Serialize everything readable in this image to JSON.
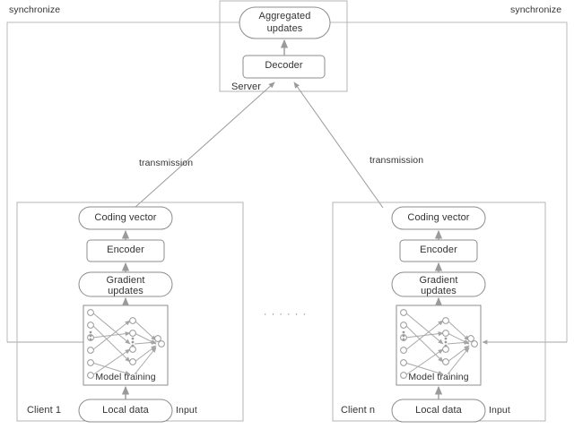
{
  "diagram": {
    "title_semantics": "federated-learning-with-coding-architecture",
    "sync_left_label": "synchronize",
    "sync_right_label": "synchronize",
    "transmission_left_label": "transmission",
    "transmission_right_label": "transmission",
    "ellipsis": "· · · · · ·"
  },
  "server": {
    "box_label": "Server",
    "aggregated_updates": "Aggregated updates",
    "aggregated_updates_line1": "Aggregated",
    "aggregated_updates_line2": "updates",
    "decoder": "Decoder"
  },
  "clients": [
    {
      "name_label": "Client 1",
      "coding_vector": "Coding vector",
      "encoder": "Encoder",
      "gradient_updates_line1": "Gradient",
      "gradient_updates_line2": "updates",
      "model_training": "Model training",
      "local_data": "Local data",
      "input_label": "Input"
    },
    {
      "name_label": "Client n",
      "coding_vector": "Coding vector",
      "encoder": "Encoder",
      "gradient_updates_line1": "Gradient",
      "gradient_updates_line2": "updates",
      "model_training": "Model training",
      "local_data": "Local data",
      "input_label": "Input"
    }
  ],
  "colors": {
    "stroke": "#8c8c8c",
    "frame": "#b5b5b5",
    "node_stroke": "#9a9a9a",
    "text": "#222222",
    "background": "#ffffff"
  }
}
